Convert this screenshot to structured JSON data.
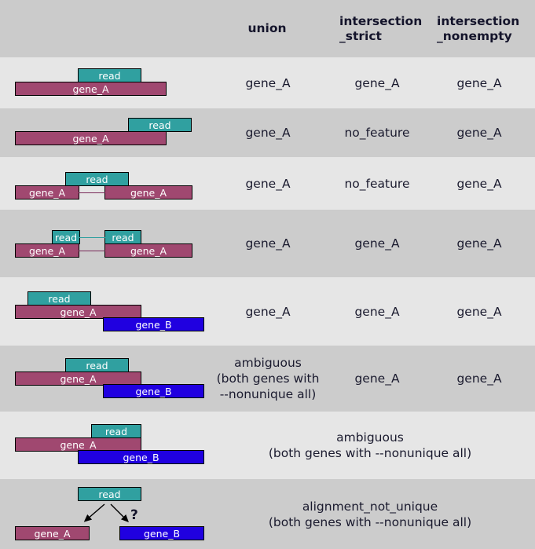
{
  "header": {
    "col_blank": "",
    "col_union": "union",
    "col_strict_line1": "intersection",
    "col_strict_line2": "_strict",
    "col_nonempty_line1": "intersection",
    "col_nonempty_line2": "_nonempty"
  },
  "labels": {
    "read": "read",
    "gene_a": "gene_A",
    "gene_b": "gene_B",
    "question": "?"
  },
  "colors": {
    "read": "#30a0a0",
    "gene_a": "#a04870",
    "gene_b": "#2000e0",
    "row_light": "#e6e6e6",
    "row_dark": "#cccccc",
    "header_bg": "#cbcbcb",
    "text": "#1a1a2e"
  },
  "rows": [
    {
      "id": 1,
      "union": "gene_A",
      "intersection_strict": "gene_A",
      "intersection_nonempty": "gene_A"
    },
    {
      "id": 2,
      "union": "gene_A",
      "intersection_strict": "no_feature",
      "intersection_nonempty": "gene_A"
    },
    {
      "id": 3,
      "union": "gene_A",
      "intersection_strict": "no_feature",
      "intersection_nonempty": "gene_A"
    },
    {
      "id": 4,
      "union": "gene_A",
      "intersection_strict": "gene_A",
      "intersection_nonempty": "gene_A"
    },
    {
      "id": 5,
      "union": "gene_A",
      "intersection_strict": "gene_A",
      "intersection_nonempty": "gene_A"
    },
    {
      "id": 6,
      "union": "ambiguous\n(both genes with\n--nonunique all)",
      "intersection_strict": "gene_A",
      "intersection_nonempty": "gene_A"
    },
    {
      "id": 7,
      "merged": "ambiguous\n(both genes with --nonunique all)"
    },
    {
      "id": 8,
      "merged": "alignment_not_unique\n(both genes with --nonunique all)"
    }
  ]
}
